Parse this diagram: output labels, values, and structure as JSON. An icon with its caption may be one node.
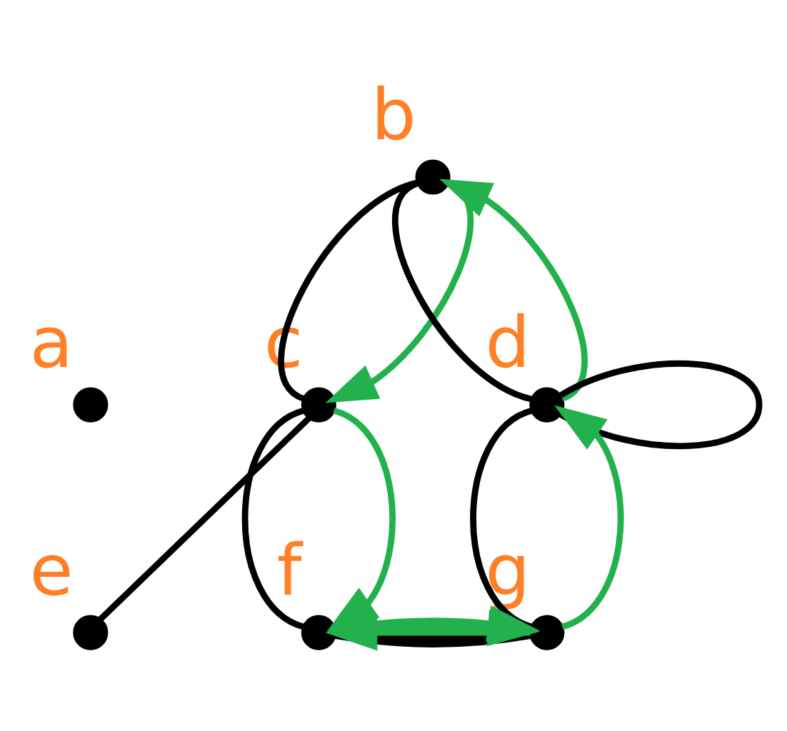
{
  "diagram": {
    "nodes": [
      {
        "text": [],
        "shape": "circle",
        "beside": [
          "a"
        ]
      },
      {
        "text": [],
        "shape": "circle",
        "beside": [
          "b"
        ]
      },
      {
        "text": [],
        "shape": "circle",
        "beside": [
          "c"
        ]
      },
      {
        "text": [],
        "shape": "circle",
        "beside": [
          "d"
        ]
      },
      {
        "text": [],
        "shape": "circle",
        "beside": [
          "e"
        ]
      },
      {
        "text": [],
        "shape": "circle",
        "beside": [
          "f"
        ]
      },
      {
        "text": [],
        "shape": "circle",
        "beside": [
          "g"
        ]
      }
    ],
    "edges": [
      {
        "from": 1,
        "to": 2,
        "arrow": "none"
      },
      {
        "from": 1,
        "to": 3,
        "arrow": "none"
      },
      {
        "from": 2,
        "to": 4,
        "arrow": "none"
      },
      {
        "from": 2,
        "to": 5,
        "arrow": "none"
      },
      {
        "from": 3,
        "to": 6,
        "arrow": "none"
      },
      {
        "from": 3,
        "to": 3,
        "arrow": "none"
      },
      {
        "from": 5,
        "to": 6,
        "arrow": "none"
      },
      {
        "from": 5,
        "to": 6,
        "arrow": "none"
      },
      {
        "from": 1,
        "to": 2,
        "arrow": "to",
        "color": "#22b14c"
      },
      {
        "from": 2,
        "to": 5,
        "arrow": "to",
        "color": "#22b14c"
      },
      {
        "from": 6,
        "to": 5,
        "arrow": "to",
        "color": "#22b14c"
      },
      {
        "from": 5,
        "to": 6,
        "arrow": "to",
        "color": "#22b14c"
      },
      {
        "from": 5,
        "to": 6,
        "arrow": "to",
        "color": "#22b14c"
      },
      {
        "from": 6,
        "to": 3,
        "arrow": "to",
        "color": "#22b14c"
      },
      {
        "from": 3,
        "to": 1,
        "arrow": "to",
        "color": "#22b14c"
      }
    ]
  }
}
